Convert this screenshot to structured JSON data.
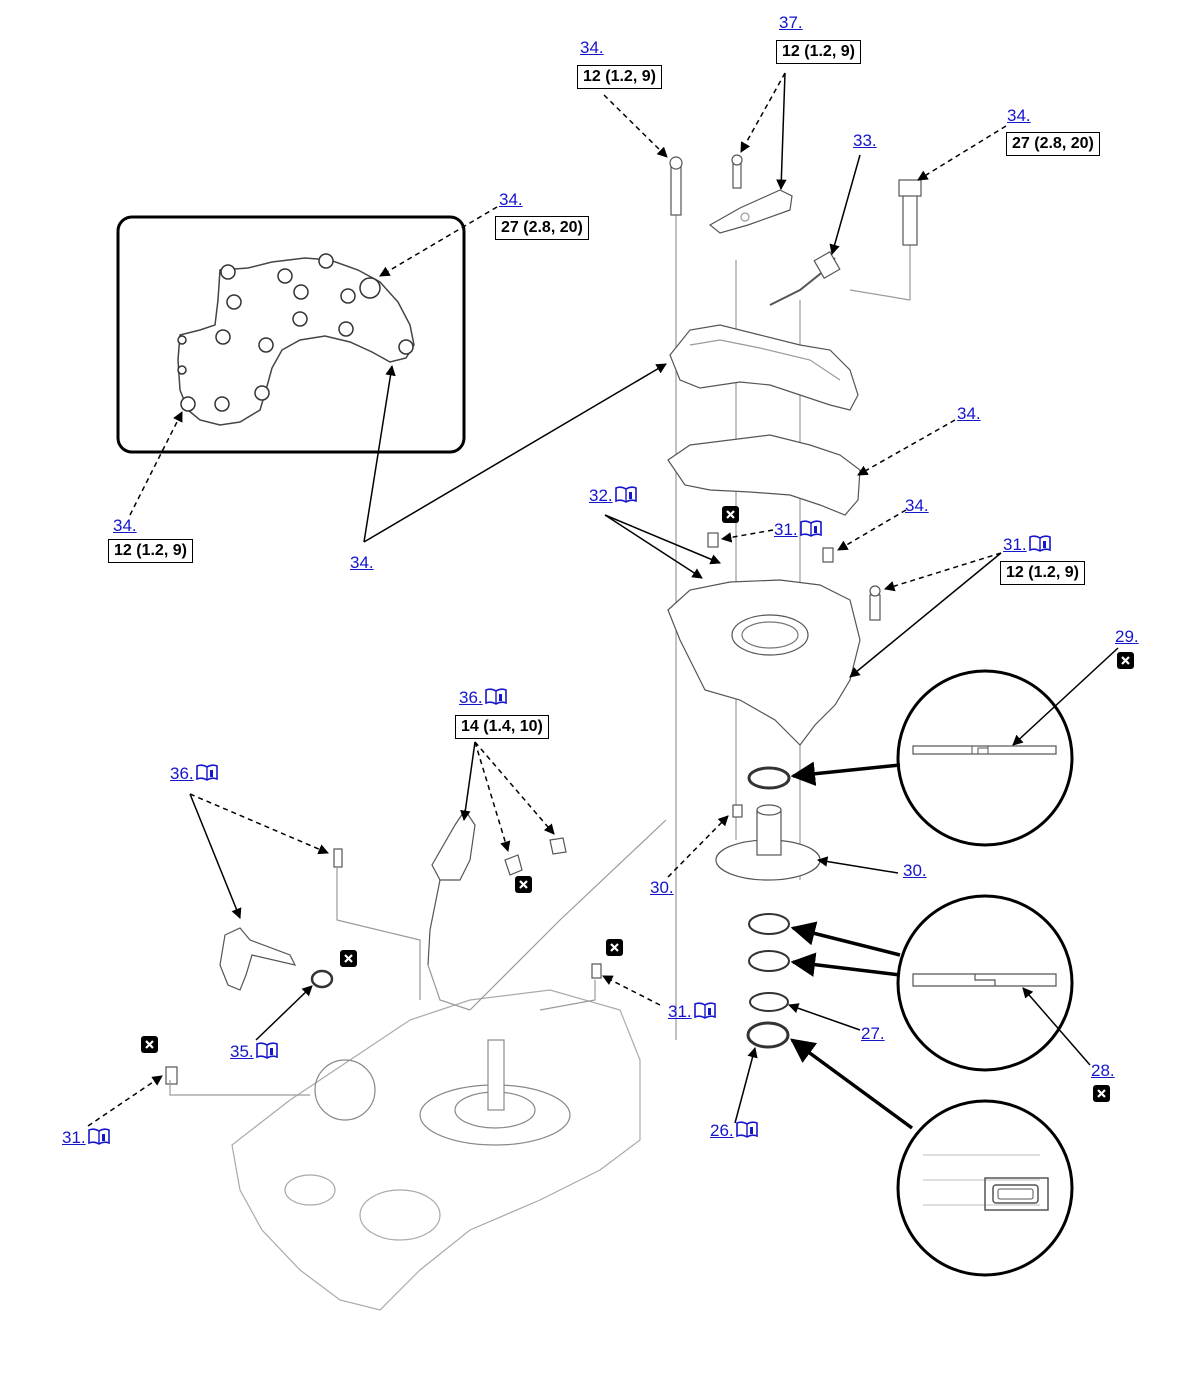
{
  "callouts": [
    {
      "id": "c34a",
      "label": "34."
    },
    {
      "id": "c37",
      "label": "37."
    },
    {
      "id": "c33",
      "label": "33."
    },
    {
      "id": "c34b",
      "label": "34."
    },
    {
      "id": "c34c",
      "label": "34."
    },
    {
      "id": "c34d",
      "label": "34."
    },
    {
      "id": "c34e",
      "label": "34."
    },
    {
      "id": "c32",
      "label": "32."
    },
    {
      "id": "c31a",
      "label": "31."
    },
    {
      "id": "c34f",
      "label": "34."
    },
    {
      "id": "c31b",
      "label": "31."
    },
    {
      "id": "c29",
      "label": "29."
    },
    {
      "id": "c34g",
      "label": "34."
    },
    {
      "id": "c36a",
      "label": "36."
    },
    {
      "id": "c36b",
      "label": "36."
    },
    {
      "id": "c30a",
      "label": "30."
    },
    {
      "id": "c30b",
      "label": "30."
    },
    {
      "id": "c31c",
      "label": "31."
    },
    {
      "id": "c35",
      "label": "35."
    },
    {
      "id": "c31d",
      "label": "31."
    },
    {
      "id": "c27",
      "label": "27."
    },
    {
      "id": "c28",
      "label": "28."
    },
    {
      "id": "c26",
      "label": "26."
    }
  ],
  "torque": [
    {
      "id": "t1",
      "value": "12 (1.2, 9)"
    },
    {
      "id": "t2",
      "value": "12 (1.2, 9)"
    },
    {
      "id": "t3",
      "value": "27 (2.8, 20)"
    },
    {
      "id": "t4",
      "value": "27 (2.8, 20)"
    },
    {
      "id": "t5",
      "value": "12 (1.2, 9)"
    },
    {
      "id": "t6",
      "value": "12 (1.2, 9)"
    },
    {
      "id": "t7",
      "value": "14 (1.4, 10)"
    }
  ],
  "colors": {
    "link": "#1515cc",
    "line": "#000000",
    "part": "#9a9a9a",
    "background": "#ffffff"
  },
  "icons": {
    "replace": "replace-part-x-icon",
    "info": "service-manual-info-icon"
  }
}
